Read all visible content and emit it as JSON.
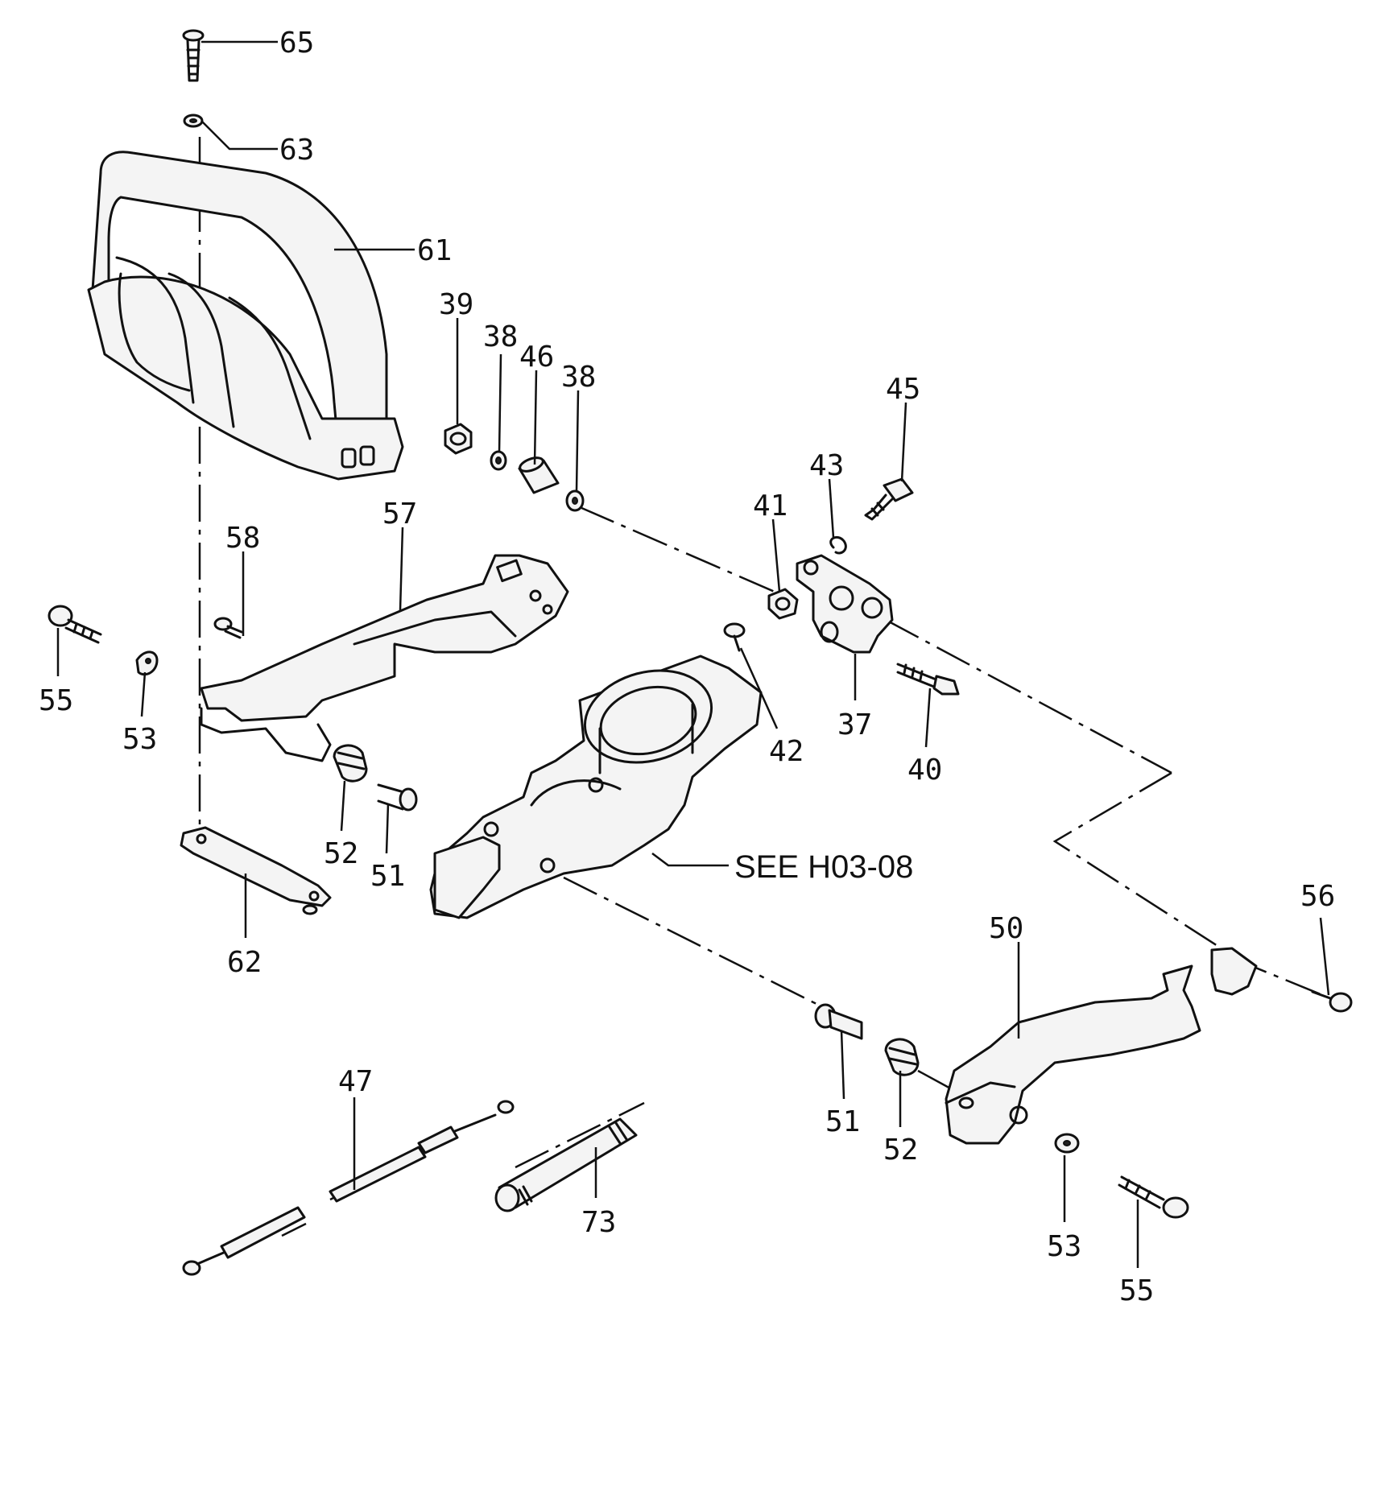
{
  "labels": {
    "p65": "65",
    "p63": "63",
    "p61": "61",
    "p39": "39",
    "p38a": "38",
    "p46": "46",
    "p38b": "38",
    "p45": "45",
    "p43": "43",
    "p41": "41",
    "p57": "57",
    "p58": "58",
    "p55a": "55",
    "p53a": "53",
    "p42": "42",
    "p37": "37",
    "p40": "40",
    "p52a": "52",
    "p51a": "51",
    "p62": "62",
    "p50": "50",
    "p56": "56",
    "p51b": "51",
    "p52b": "52",
    "p47": "47",
    "p73": "73",
    "p53b": "53",
    "p55b": "55",
    "see_ref": "SEE H03-08"
  }
}
